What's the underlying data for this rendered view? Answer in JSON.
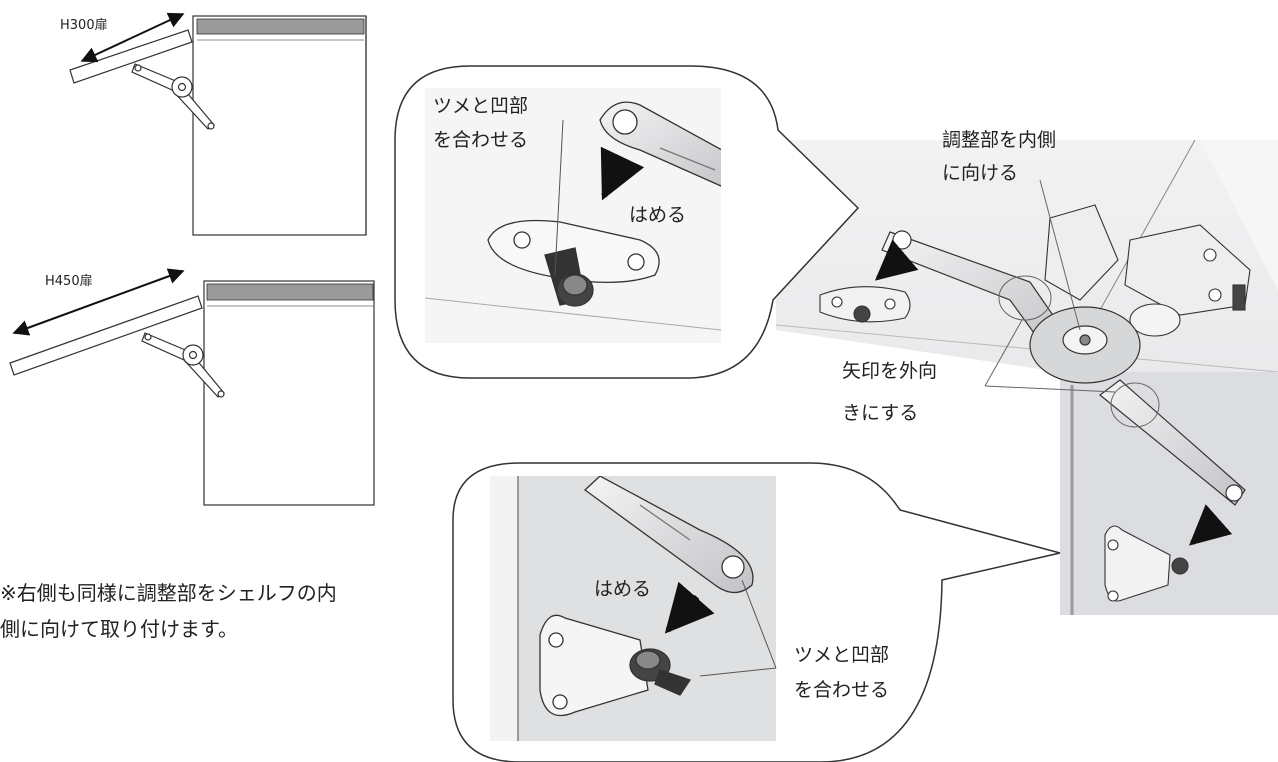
{
  "figure_a": {
    "label": "H300扉"
  },
  "figure_b": {
    "label": "H450扉"
  },
  "note": {
    "line1": "※右側も同様に調整部をシェルフの内",
    "line2": "側に向けて取り付けます。"
  },
  "callout_top": {
    "align_line1": "ツメと凹部",
    "align_line2": "を合わせる",
    "snap": "はめる"
  },
  "main_photo": {
    "adjust_line1": "調整部を内側",
    "adjust_line2": "に向ける",
    "arrow_line1": "矢印を外向",
    "arrow_line2": "きにする"
  },
  "callout_bottom": {
    "snap": "はめる",
    "align_line1": "ツメと凹部",
    "align_line2": "を合わせる"
  },
  "colors": {
    "line": "#222222",
    "cabinet_top": "#999999",
    "photo_bg": "#e4e5e7",
    "photo_light": "#f2f2f3",
    "metal": "#cfd0d2"
  }
}
